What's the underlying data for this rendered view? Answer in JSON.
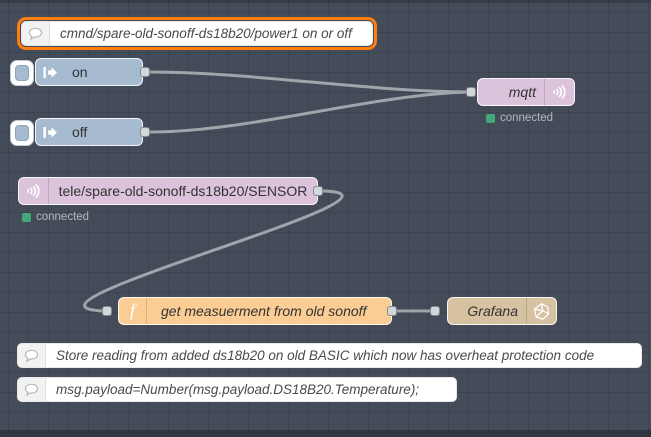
{
  "editor": {
    "kind": "node-red-flow-workspace"
  },
  "colors": {
    "canvas_bg": "#454c59",
    "grid_line": "#3c4351",
    "selection_border": "#ff7f0e",
    "status_connected_green": "#45a679",
    "inject_node": "#a6bbcf",
    "mqtt_node": "#dcc3dc",
    "function_node": "#fbcd95",
    "influxdb_node": "#d6c1a0",
    "wire": "#a0a4ab"
  },
  "nodes": {
    "comment_power": {
      "type": "comment",
      "label": "cmnd/spare-old-sonoff-ds18b20/power1 on or off",
      "selected": true
    },
    "inject_on": {
      "type": "inject",
      "label": "on"
    },
    "inject_off": {
      "type": "inject",
      "label": "off"
    },
    "mqtt_out": {
      "type": "mqtt-out",
      "label": "mqtt",
      "status": "connected"
    },
    "mqtt_in": {
      "type": "mqtt-in",
      "label": "tele/spare-old-sonoff-ds18b20/SENSOR",
      "status": "connected"
    },
    "function_node": {
      "type": "function",
      "label": "get measuerment from old sonoff",
      "icon_glyph": "f"
    },
    "grafana": {
      "type": "influxdb-out",
      "label": "Grafana"
    },
    "comment_store": {
      "type": "comment",
      "label": "Store reading from added ds18b20 on old BASIC which now has overheat protection code"
    },
    "comment_code": {
      "type": "comment",
      "label": "msg.payload=Number(msg.payload.DS18B20.Temperature);"
    }
  }
}
